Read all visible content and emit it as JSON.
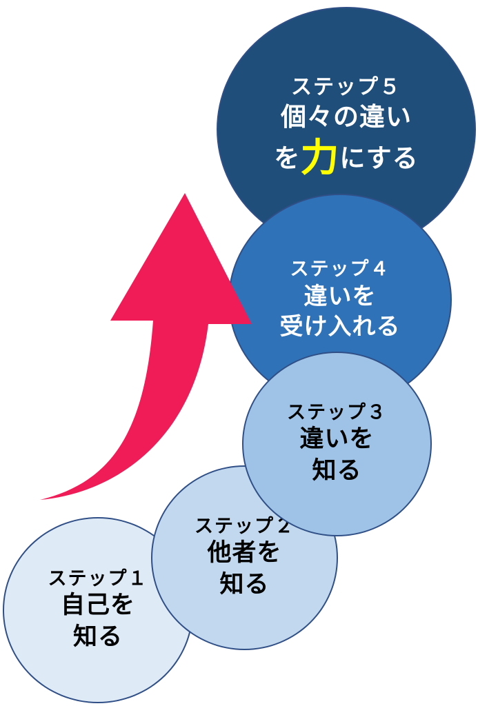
{
  "colors": {
    "arrow": "#f01c58",
    "step1_fill": "#dfeaf7",
    "step2_fill": "#c2d8ee",
    "step3_fill": "#9fc3e6",
    "step4_fill": "#2f72b8",
    "step5_fill": "#1f4e7a",
    "highlight": "#ffff00"
  },
  "steps": [
    {
      "step_label": "ステップ１",
      "line1": "自己を",
      "line2": "知る"
    },
    {
      "step_label": "ステップ２",
      "line1": "他者を",
      "line2": "知る"
    },
    {
      "step_label": "ステップ３",
      "line1": "違いを",
      "line2": "知る"
    },
    {
      "step_label": "ステップ４",
      "line1": "違いを",
      "line2": "受け入れる"
    },
    {
      "step_label": "ステップ５",
      "line1": "個々の違い",
      "line2_pre": "を",
      "line2_em": "力",
      "line2_post": "にする"
    }
  ],
  "icons": {
    "progress_arrow": "curved-up-arrow-icon"
  }
}
